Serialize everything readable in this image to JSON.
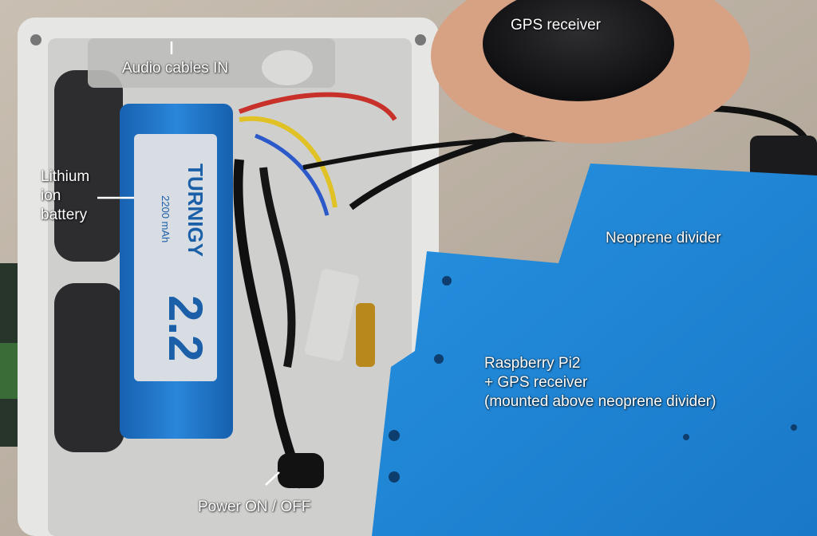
{
  "photo": {
    "colors": {
      "carpet": "#b8ad9f",
      "enclosure": "#e4e4e2",
      "enclosure_inner": "#cfcfcd",
      "foam": "#2e2e30",
      "battery_blue": "#1e72c6",
      "battery_label": "#d9dde2",
      "divider_blue": "#1f86d6",
      "cable": "#111111",
      "skin": "#d9a488",
      "gps_puck": "#1a1a1c"
    },
    "battery_print": {
      "brand": "TURNIGY",
      "capacity": "2200 mAh",
      "big_digits": "2.2"
    }
  },
  "labels": {
    "audio_cables": "Audio cables IN",
    "gps_receiver": "GPS receiver",
    "battery_lines": [
      "Lithium",
      "ion",
      "battery"
    ],
    "neoprene": "Neoprene divider",
    "rpi_lines": [
      "Raspberry Pi2",
      "+ GPS receiver",
      "(mounted above neoprene divider)"
    ],
    "power": "Power ON / OFF"
  }
}
